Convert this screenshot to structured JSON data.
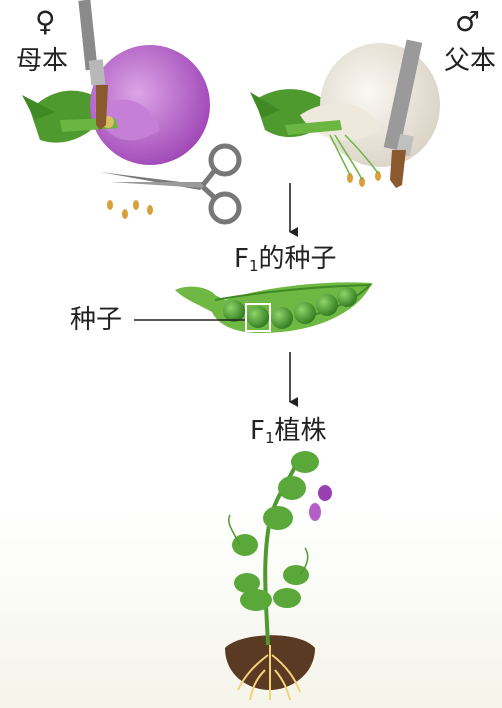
{
  "mother": {
    "symbol": "♀",
    "label": "母本"
  },
  "father": {
    "symbol": "♂",
    "label": "父本"
  },
  "f1_seeds": {
    "prefix": "F",
    "subscript": "1",
    "suffix": "的种子"
  },
  "seed_callout": "种子",
  "f1_plants": {
    "prefix": "F",
    "subscript": "1",
    "suffix": "植株"
  },
  "colors": {
    "mother_petal": "#b45ec8",
    "father_petal": "#e8e2d8",
    "leaf": "#5aa83a",
    "soil": "#5a3a22"
  }
}
